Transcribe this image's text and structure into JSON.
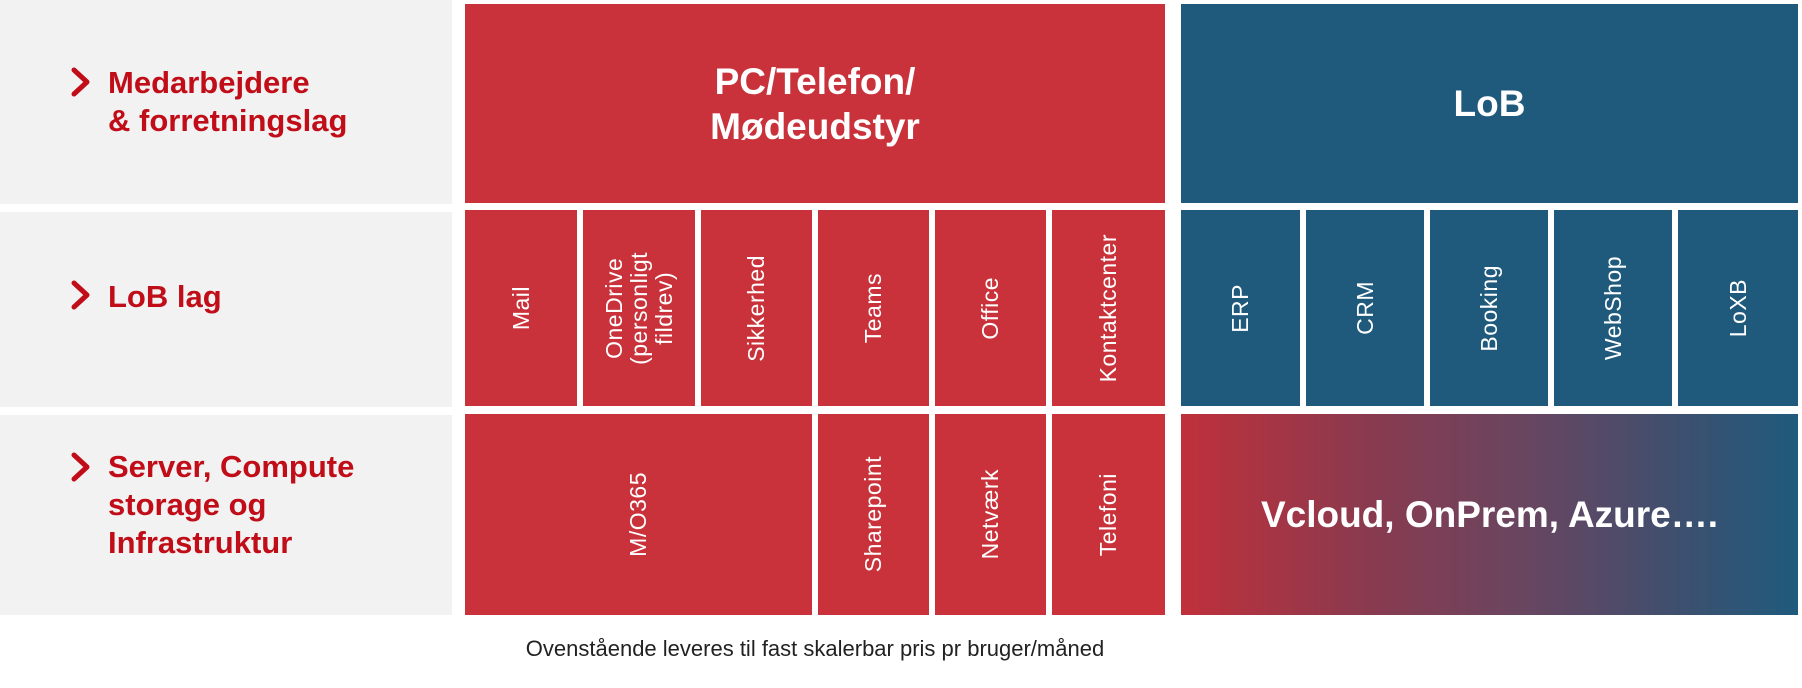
{
  "rows": [
    {
      "label_lines": [
        "Medarbejdere",
        "& forretningslag"
      ]
    },
    {
      "label_lines": [
        "LoB lag"
      ]
    },
    {
      "label_lines": [
        "Server, Compute",
        "storage og",
        "Infrastruktur"
      ]
    }
  ],
  "top": {
    "left_title_lines": [
      "PC/Telefon/",
      "Mødeudstyr"
    ],
    "right_title": "LoB"
  },
  "middle": {
    "left_cells": [
      "Mail",
      "OneDrive\n(personligt\nfildrev)",
      "Sikkerhed",
      "Teams",
      "Office",
      "Kontaktcenter"
    ],
    "right_cells": [
      "ERP",
      "CRM",
      "Booking",
      "WebShop",
      "LoXB"
    ]
  },
  "bottom": {
    "left_cells": [
      "M/O365",
      "Sharepoint",
      "Netværk",
      "Telefoni"
    ],
    "right_title": "Vcloud, OnPrem, Azure…."
  },
  "footnote": "Ovenstående leveres til fast skalerbar pris pr bruger/måned",
  "colors": {
    "red": "#c9323a",
    "blue": "#1f5a7d",
    "label_red": "#c00d18",
    "label_bg": "#f2f2f2"
  },
  "icons": {
    "row_marker": "chevron-right-icon"
  }
}
